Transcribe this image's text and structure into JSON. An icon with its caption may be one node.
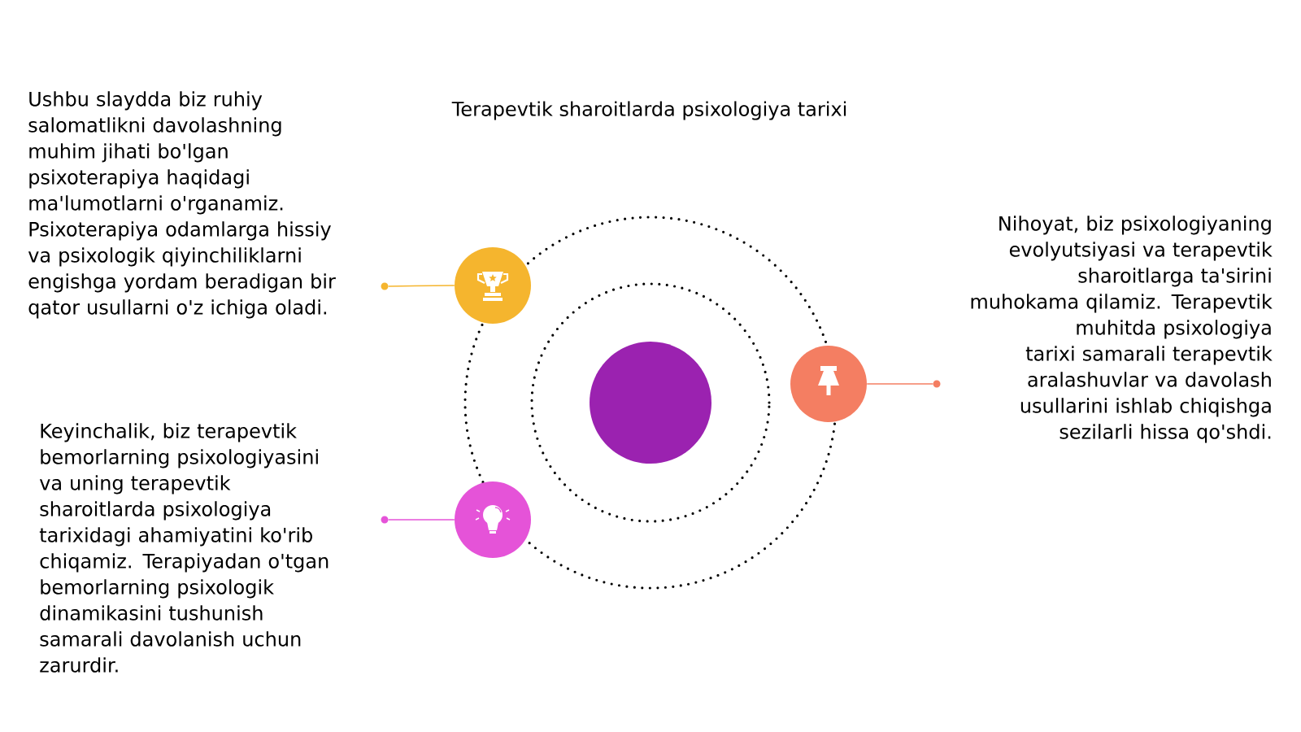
{
  "diagram": {
    "title": "Terapevtik sharoitlarda psixologiya tarixi",
    "nodes": [
      {
        "text": [],
        "shape": "circle"
      },
      {
        "text": [],
        "shape": "circle"
      },
      {
        "text": [],
        "shape": "circle"
      },
      {
        "text": [],
        "shape": "circle"
      },
      {
        "text": [],
        "shape": "circle"
      },
      {
        "text": [],
        "shape": "circle"
      },
      {
        "text": [],
        "shape": "circle"
      }
    ],
    "edges": [
      {
        "from": 0,
        "to": 4,
        "arrow": "none",
        "color": "#f5b52e"
      },
      {
        "from": 2,
        "to": 5,
        "arrow": "none",
        "color": "#f47e62"
      },
      {
        "from": 3,
        "to": 6,
        "arrow": "none",
        "color": "#e553d8"
      }
    ],
    "labels": [
      "Ushbu slaydda biz ruhiy salomatlikni davolashning muhim jihati bo'lgan psixoterapiya haqidagi ma'lumotlarni o'rganamiz. Psixoterapiya odamlarga hissiy va psixologik qiyinchiliklarni engishga yordam beradigan bir qator usullarni o'z ichiga oladi.",
      "Nihoyat, biz psixologiyaning evolyutsiyasi va terapevtik sharoitlarga ta'sirini muhokama qilamiz. Terapevtik muhitda psixologiya tarixi samarali terapevtik aralashuvlar va davolash usullarini ishlab chiqishga sezilarli hissa qo'shdi.",
      "Keyinchalik, biz terapevtik bemorlarning psixologiyasini va uning terapevtik sharoitlarda psixologiya tarixidagi ahamiyatini ko'rib chiqamiz. Terapiyadan o'tgan bemorlarning psixologik dinamikasini tushunish samarali davolanish uchun zarurdir."
    ]
  }
}
